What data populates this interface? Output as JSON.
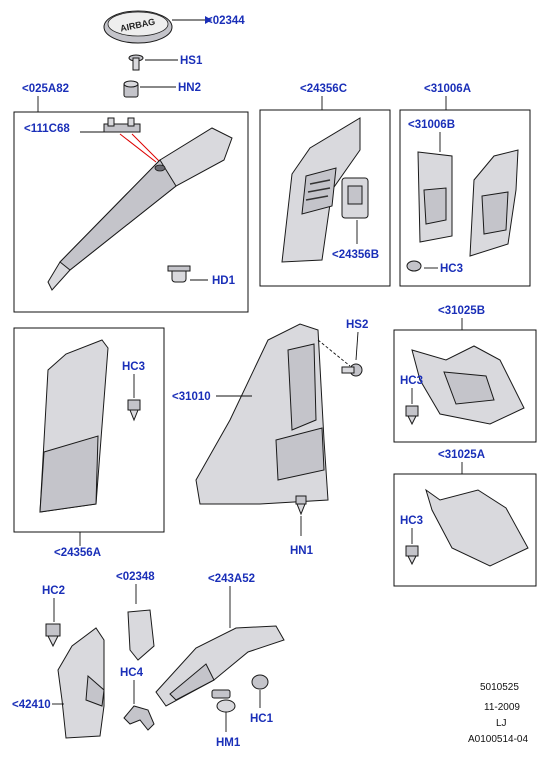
{
  "labels": {
    "p02344": "<02344",
    "hs1": "HS1",
    "hn2": "HN2",
    "p025a82": "<025A82",
    "p111c68": "<111C68",
    "hd1": "HD1",
    "p24356c": "<24356C",
    "p24356b": "<24356B",
    "p31006a": "<31006A",
    "p31006b": "<31006B",
    "hc3_top": "HC3",
    "hs2": "HS2",
    "p31025b": "<31025B",
    "hc3_mid": "HC3",
    "hc3_left": "HC3",
    "p31010": "<31010",
    "hn1": "HN1",
    "p24356a": "<24356A",
    "p31025a": "<31025A",
    "hc3_low": "HC3",
    "hc2": "HC2",
    "p02348": "<02348",
    "p243a52": "<243A52",
    "p42410": "<42410",
    "hc4": "HC4",
    "hc1": "HC1",
    "hm1": "HM1"
  },
  "meta": {
    "code1": "5010525",
    "date": "11-2009",
    "initials": "LJ",
    "ref": "A0100514-04"
  },
  "badge_text": "AIRBAG"
}
